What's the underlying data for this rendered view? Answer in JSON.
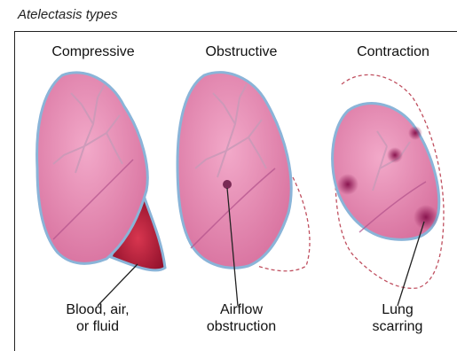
{
  "figure_title": "Atelectasis types",
  "colors": {
    "lung_fill": "#e58bb4",
    "lung_outline": "#8ab4d8",
    "bronchi": "#c99ab8",
    "fluid": "#b51e3c",
    "scar": "#8a1550",
    "dashed_outline": "#c05060"
  },
  "panels": [
    {
      "title": "Compressive",
      "label_lines": [
        "Blood, air,",
        "or fluid"
      ]
    },
    {
      "title": "Obstructive",
      "label_lines": [
        "Airflow",
        "obstruction"
      ]
    },
    {
      "title": "Contraction",
      "label_lines": [
        "Lung",
        "scarring"
      ]
    }
  ]
}
